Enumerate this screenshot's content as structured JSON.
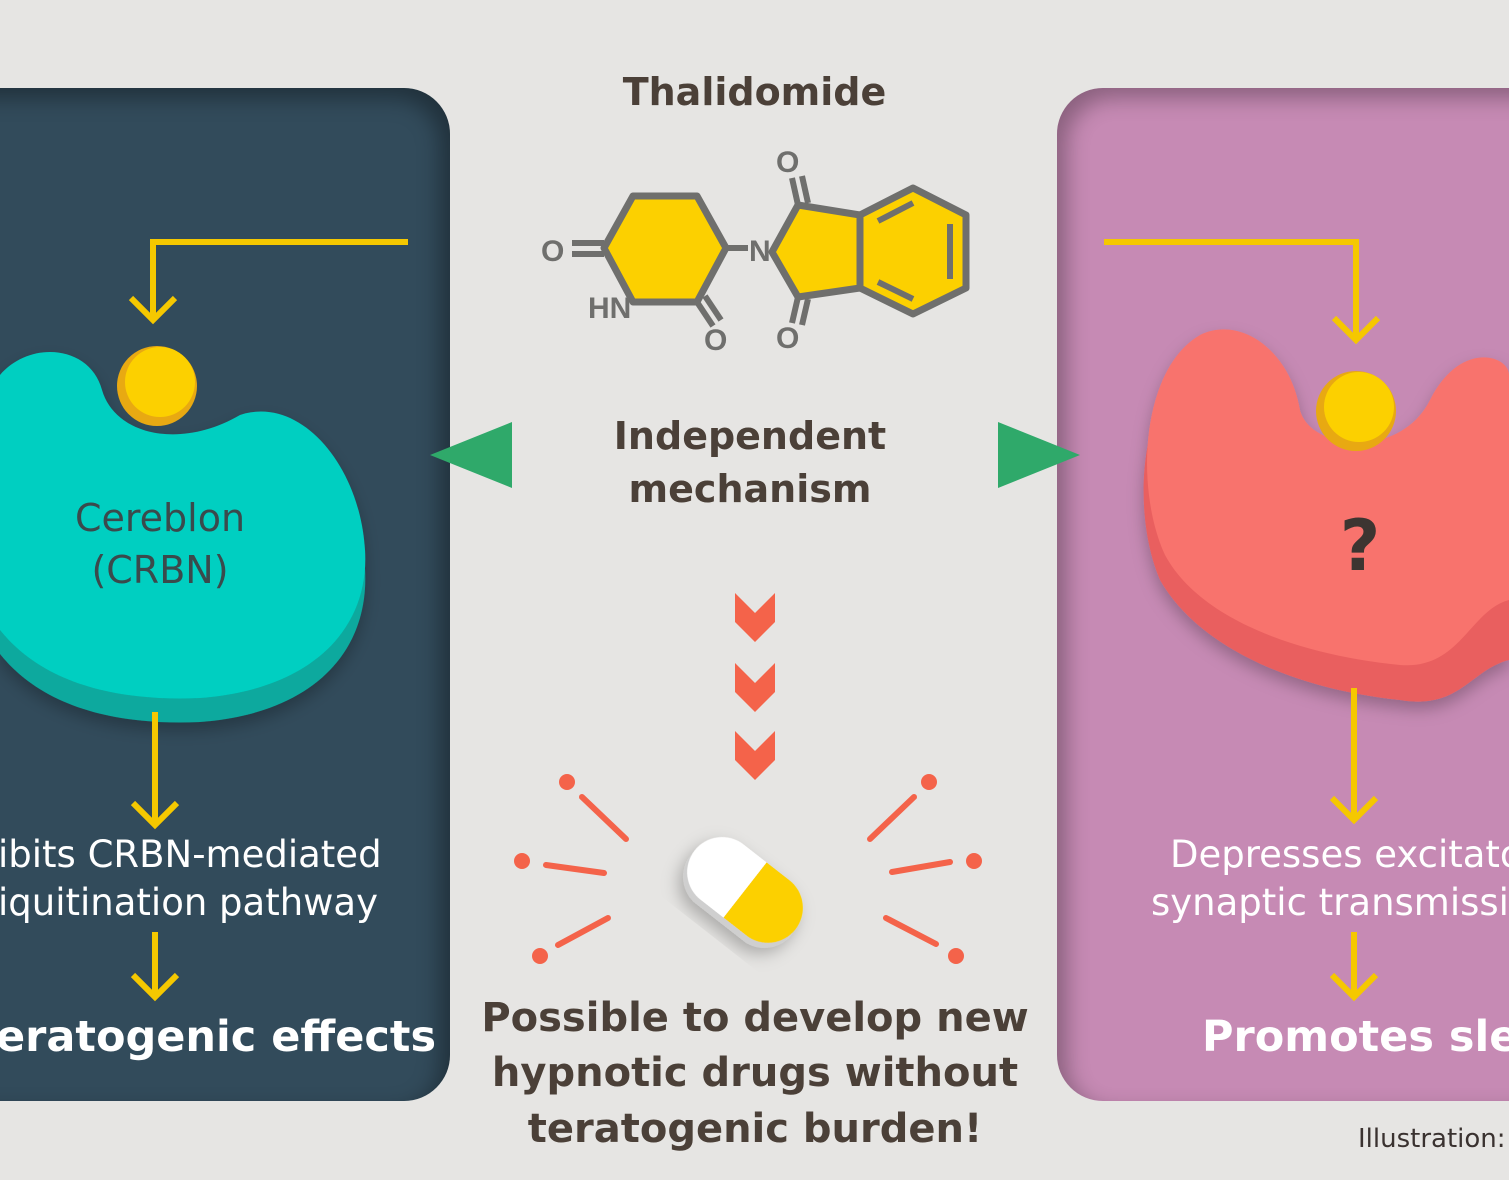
{
  "title": "Thalidomide",
  "molecule": {
    "atom_o_top": "O",
    "atom_o_left": "O",
    "atom_o_bottom_left": "O",
    "atom_o_bottom_right": "O",
    "atom_n": "N",
    "atom_hn": "HN"
  },
  "center": {
    "mechanism_line1": "Independent",
    "mechanism_line2": "mechanism",
    "conclusion_line1": "Possible to develop new",
    "conclusion_line2": "hypnotic drugs without",
    "conclusion_line3": "teratogenic burden!"
  },
  "left_panel": {
    "protein_line1": "Cereblon",
    "protein_line2": "(CRBN)",
    "effect_line1": "ibits CRBN-mediated",
    "effect_line2": "iquitination pathway",
    "outcome": "eratogenic effects"
  },
  "right_panel": {
    "protein_label": "?",
    "effect_line1": "Depresses excitator",
    "effect_line2": "synaptic transmissio",
    "outcome": "Promotes sleep"
  },
  "credit": "Illustration: S",
  "colors": {
    "background": "#e6e5e3",
    "left_panel": "#324b5b",
    "right_panel": "#c68ab4",
    "arrow_yellow": "#f5c800",
    "cereblon": "#00cfc1",
    "unknown_protein": "#f8736d",
    "green_pointer": "#2fa96a",
    "chevron": "#f4634a"
  }
}
